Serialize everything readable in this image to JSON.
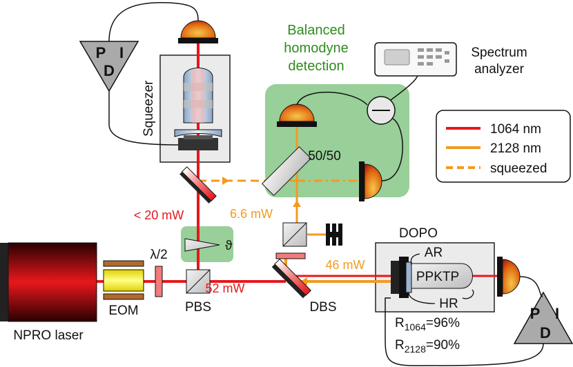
{
  "labels": {
    "npro_laser": "NPRO laser",
    "eom": "EOM",
    "half_wave": "λ/2",
    "pbs": "PBS",
    "dbs": "DBS",
    "squeezer": "Squeezer",
    "theta": "ϑ",
    "bs_ratio": "50/50",
    "bhd_line1": "Balanced",
    "bhd_line2": "homodyne",
    "bhd_line3": "detection",
    "spectrum_line1": "Spectrum",
    "spectrum_line2": "analyzer",
    "dopo": "DOPO",
    "ar": "AR",
    "hr": "HR",
    "ppktp": "PPKTP",
    "r1064_prefix": "R",
    "r1064_sub": "1064",
    "r1064_value": "=96%",
    "r2128_prefix": "R",
    "r2128_sub": "2128",
    "r2128_value": "=90%",
    "pid_p": "P",
    "pid_i": "I",
    "pid_d": "D"
  },
  "powers": {
    "pbs_to_dbs": "52 mW",
    "to_squeezer": "< 20 mW",
    "lo_2128": "6.6 mW",
    "pump_2128": "46 mW"
  },
  "legend": {
    "items": [
      {
        "label": "1064 nm",
        "color": "#e8171c",
        "style": "solid"
      },
      {
        "label": "2128 nm",
        "color": "#f39a1f",
        "style": "solid"
      },
      {
        "label": "squeezed",
        "color": "#f39a1f",
        "style": "dashed"
      }
    ]
  },
  "colors": {
    "beam_1064": "#e8171c",
    "beam_2128": "#f39a1f",
    "bhd_box": "#99cf99",
    "ctrl_box": "#99cf99"
  }
}
